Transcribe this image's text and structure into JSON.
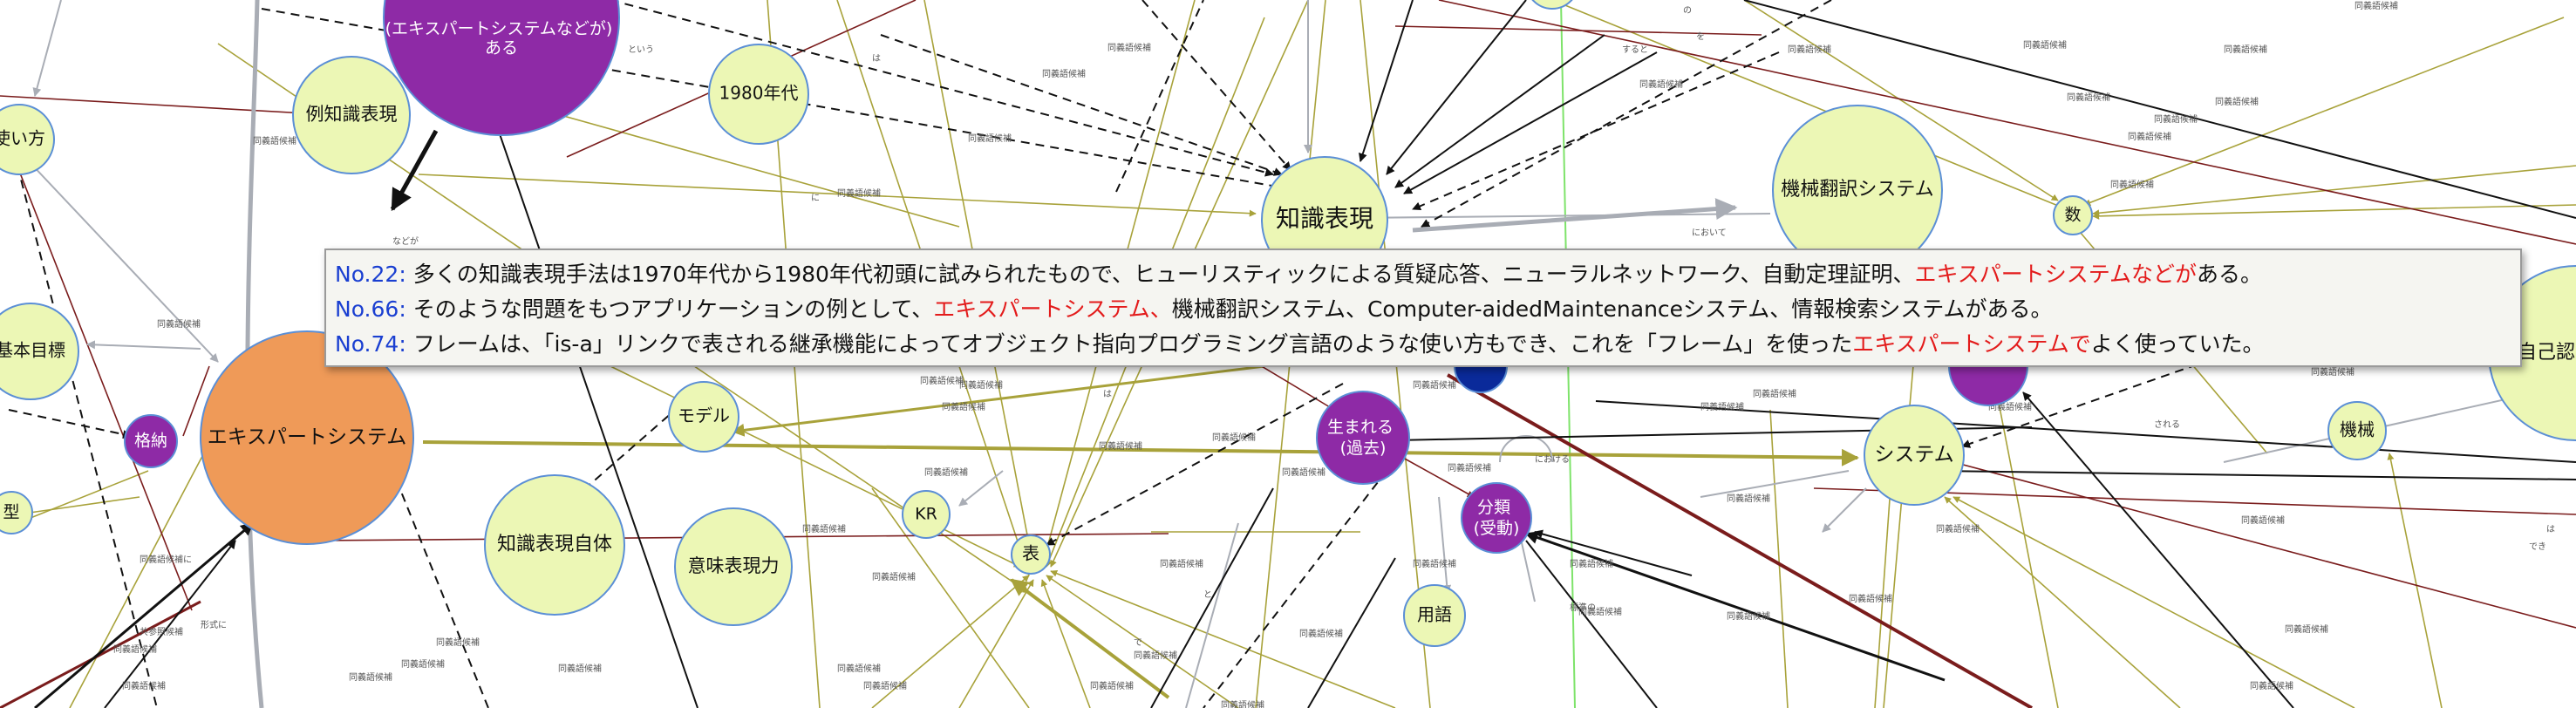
{
  "colors": {
    "lime_node": "#ecf7b5",
    "lime_stroke": "#5b8fd6",
    "purple_node": "#8e2aa6",
    "orange_node": "#ef9a58",
    "navy_node": "#0a2a9a",
    "olive_edge": "#a8a23a",
    "maroon_edge": "#7a1c1c",
    "gray_edge": "#a9adb5",
    "tooltip_bg": "#f5f5f1",
    "tooltip_number": "#1a3fd1",
    "tooltip_highlight": "#e31b1b"
  },
  "nodes": {
    "expert_system_etc": "(エキスパートシステムなどが)\nある",
    "example_knowledge_rep": "例知識表現",
    "nineteen_eighties": "1980年代",
    "how_to_use": "使い方",
    "knowledge_rep": "知識表現",
    "machine_translation": "機械翻訳システム",
    "number": "数",
    "basic_goal": "基本目標",
    "expert_system": "エキスパートシステム",
    "store": "格納",
    "model": "モデル",
    "born": "生まれる\n(過去)",
    "system": "システム",
    "machine": "機械",
    "type": "型",
    "knowledge_rep_itself": "知識表現自体",
    "kr": "KR",
    "table": "表",
    "semantic_rep": "意味表現力",
    "classification": "分類\n(受動)",
    "term": "用語",
    "self_recognition": "自己認"
  },
  "edge_labels": [
    "同義語候補",
    "同義語候補",
    "同義語候補",
    "同義語候補",
    "同義語候補",
    "同義語候補",
    "同義語候補",
    "同義語候補",
    "同義語候補",
    "同義語候補",
    "同義語候補",
    "同義語候補",
    "同義語候補",
    "同義語候補",
    "同義語候補",
    "同義語候補",
    "同義語候補",
    "同義語候補",
    "同義語候補",
    "同義語候補",
    "同義語候補",
    "同義語候補",
    "同義語候補",
    "同義語候補",
    "同義語候補",
    "同義語候補",
    "同義語候補",
    "同義語候補",
    "同義語候補",
    "同義語候補",
    "同義語候補",
    "同義語候補",
    "同義語候補",
    "同義語候補",
    "同義語候補",
    "同義語候補",
    "同義語候補",
    "同義語候補",
    "同義語候補",
    "同義語候補",
    "同義語候補",
    "同義語候補",
    "同義語候補",
    "同義語候補",
    "同義語候補",
    "同義語候補",
    "同義語候補",
    "同義語候補",
    "同義語候補",
    "同義語候補",
    "同義語候補",
    "同義語候補",
    "同義語候補",
    "同義語候補",
    "同義語候補",
    "同義語候補",
    "同義語候補",
    "同義語候補",
    "同義語候補",
    "同義語候補",
    "同義語候補",
    "同義語候補",
    "同義語候補",
    "同義語候補",
    "などが",
    "という",
    "は",
    "に",
    "において",
    "における",
    "される",
    "は",
    "でき",
    "標準の",
    "共参照候補",
    "同義語候補に",
    "形式に",
    "すると",
    "の",
    "を",
    "で",
    "と",
    "は"
  ],
  "tooltip": {
    "lines": [
      {
        "number": "No.22:",
        "text": " 多くの知識表現手法は1970年代から1980年代初頭に試みられたもので、ヒューリスティックによる質疑応答、ニューラルネットワーク、自動定理証明、",
        "highlight": "エキスパートシステムなどが",
        "tail": "ある。"
      },
      {
        "number": "No.66:",
        "text": " そのような問題をもつアプリケーションの例として、",
        "highlight": "エキスパートシステム、",
        "tail": "機械翻訳システム、Computer-aidedMaintenanceシステム、情報検索システムがある。"
      },
      {
        "number": "No.74:",
        "text": " フレームは、「is-a」リンクで表される継承機能によってオブジェクト指向プログラミング言語のような使い方もでき、これを「フレーム」を使った",
        "highlight": "エキスパートシステムで",
        "tail": "よく使っていた。"
      }
    ]
  }
}
